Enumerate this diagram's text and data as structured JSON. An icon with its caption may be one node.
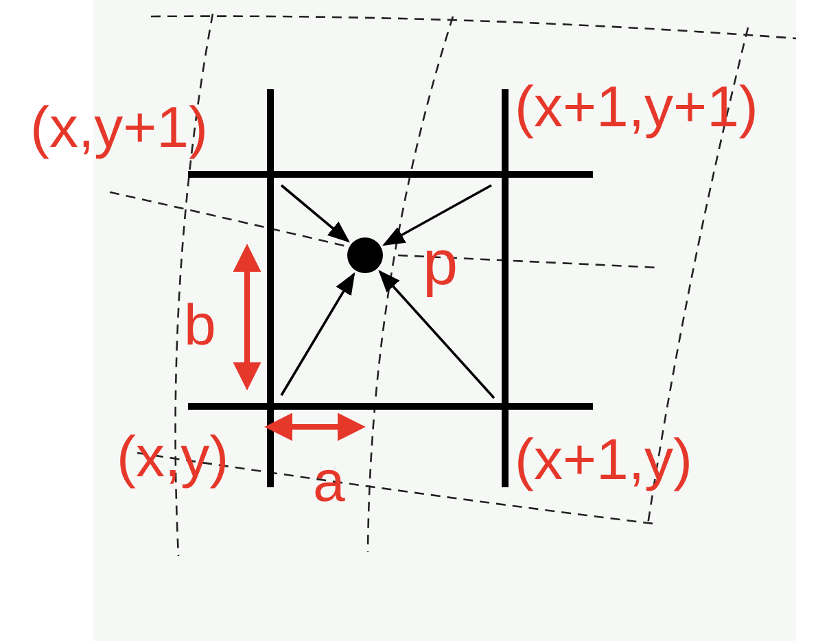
{
  "diagram": {
    "nodes": [
      {
        "text": [
          "(x,y+1)"
        ]
      },
      {
        "text": [
          "(x+1,y+1)"
        ]
      },
      {
        "text": [
          "(x,y)"
        ]
      },
      {
        "text": [
          "(x+1,y)"
        ]
      },
      {
        "text": [],
        "shape": "circle",
        "beside": [
          "p"
        ]
      }
    ],
    "edges": [
      {
        "from": 0,
        "to": 4,
        "arrow": "to"
      },
      {
        "from": 1,
        "to": 4,
        "arrow": "to"
      },
      {
        "from": 2,
        "to": 4,
        "arrow": "to"
      },
      {
        "from": 3,
        "to": 4,
        "arrow": "to"
      }
    ],
    "labels": [
      "b",
      "a"
    ]
  }
}
